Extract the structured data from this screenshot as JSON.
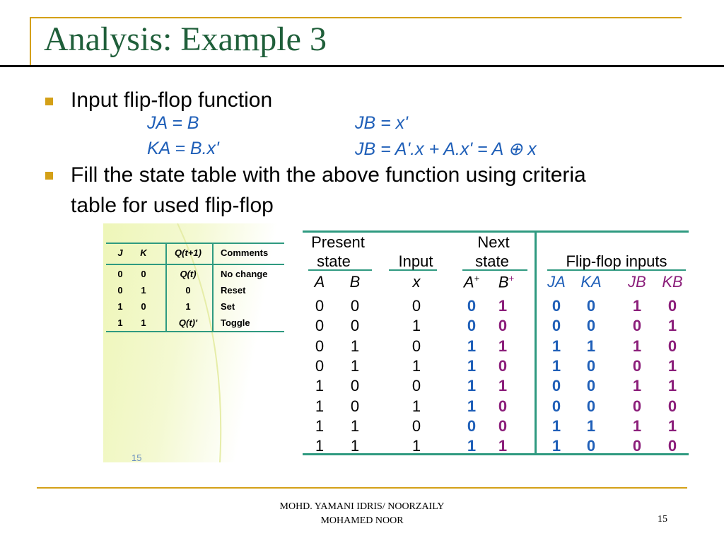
{
  "slide": {
    "title": "Analysis: Example 3",
    "bullets": [
      "Input flip-flop function",
      "Fill the state table with the above function using criteria",
      "table for used flip-flop"
    ],
    "equations": [
      "JA = B",
      "JB = x'",
      "KA = B.x'",
      "JB = A'.x + A.x' = A ⊕ x"
    ]
  },
  "jk_table": {
    "headers": [
      "J",
      "K",
      "Q(t+1)",
      "Comments"
    ],
    "rows": [
      [
        "0",
        "0",
        "Q(t)",
        "No change"
      ],
      [
        "0",
        "1",
        "0",
        "Reset"
      ],
      [
        "1",
        "0",
        "1",
        "Set"
      ],
      [
        "1",
        "1",
        "Q(t)'",
        "Toggle"
      ]
    ]
  },
  "backdrop_page_number": "15",
  "state_table": {
    "group_headers": [
      "Present",
      "state",
      "Input",
      "Next",
      "state",
      "Flip-flop inputs"
    ],
    "col_headers": [
      "A",
      "B",
      "x",
      "A",
      "B",
      "JA",
      "KA",
      "JB",
      "KB"
    ],
    "superscripts": [
      "+",
      "+"
    ],
    "rows": [
      [
        "0",
        "0",
        "0",
        "0",
        "1",
        "0",
        "0",
        "1",
        "0"
      ],
      [
        "0",
        "0",
        "1",
        "0",
        "0",
        "0",
        "0",
        "0",
        "1"
      ],
      [
        "0",
        "1",
        "0",
        "1",
        "1",
        "1",
        "1",
        "1",
        "0"
      ],
      [
        "0",
        "1",
        "1",
        "1",
        "0",
        "1",
        "0",
        "0",
        "1"
      ],
      [
        "1",
        "0",
        "0",
        "1",
        "1",
        "0",
        "0",
        "1",
        "1"
      ],
      [
        "1",
        "0",
        "1",
        "1",
        "0",
        "0",
        "0",
        "0",
        "0"
      ],
      [
        "1",
        "1",
        "0",
        "0",
        "0",
        "1",
        "1",
        "1",
        "1"
      ],
      [
        "1",
        "1",
        "1",
        "1",
        "1",
        "1",
        "0",
        "0",
        "0"
      ]
    ]
  },
  "footer": {
    "line1": "MOHD. YAMANI IDRIS/ NOORZAILY",
    "line2": "MOHAMED NOOR",
    "page": "15"
  },
  "colors": {
    "title": "#1f5f3a",
    "accent": "#d4a017",
    "equation": "#1f5fb8",
    "table_rule": "#2f9a80",
    "blue_value": "#1f5fb8",
    "purple_value": "#8b1e7a"
  }
}
